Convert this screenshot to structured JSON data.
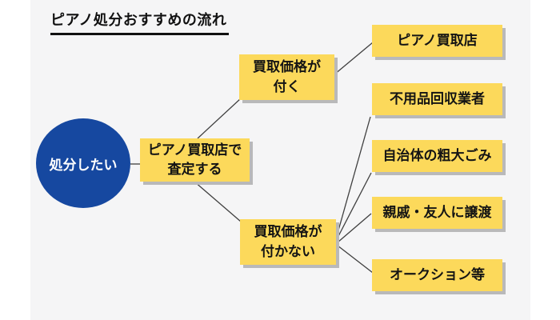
{
  "title": "ピアノ処分おすすめの流れ",
  "start": {
    "label": "処分したい"
  },
  "nodes": {
    "assess": {
      "line1": "ピアノ買取店で",
      "line2": "査定する"
    },
    "price_yes": {
      "line1": "買取価格が",
      "line2": "付く"
    },
    "price_no": {
      "line1": "買取価格が",
      "line2": "付かない"
    },
    "outcomes": [
      {
        "label": "ピアノ買取店"
      },
      {
        "label": "不用品回収業者"
      },
      {
        "label": "自治体の粗大ごみ"
      },
      {
        "label": "親戚・友人に譲渡"
      },
      {
        "label": "オークション等"
      }
    ]
  },
  "colors": {
    "canvas_bg": "#f5f5f6",
    "page_bg": "#ffffff",
    "node_bg": "#fcd95b",
    "node_shadow": "#b9b9ba",
    "start_bg": "#1648a0",
    "start_text": "#ffffff",
    "text": "#141414",
    "line": "#3f3f3f"
  }
}
